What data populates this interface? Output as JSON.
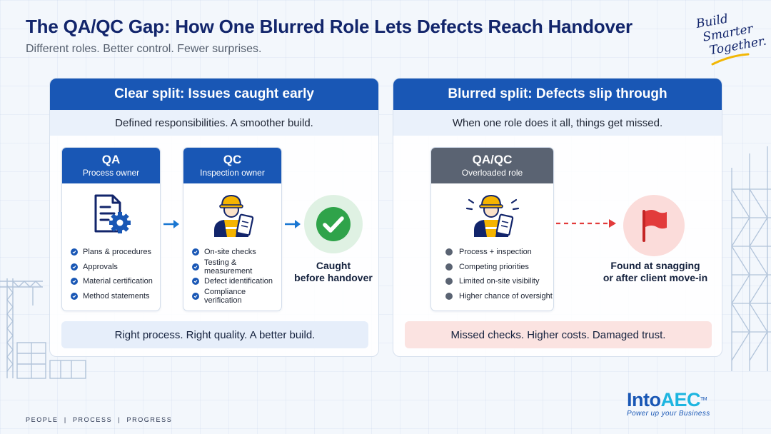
{
  "header": {
    "title": "The QA/QC Gap: How One Blurred Role Lets Defects Reach Handover",
    "subtitle": "Different roles. Better control. Fewer surprises.",
    "slogan": [
      "Build",
      "Smarter",
      "Together."
    ]
  },
  "left_panel": {
    "title": "Clear split: Issues caught early",
    "subtitle": "Defined responsibilities. A smoother build.",
    "qa_card": {
      "title": "QA",
      "role": "Process owner",
      "icon": "document-gear-icon",
      "items": [
        "Plans & procedures",
        "Approvals",
        "Material certification",
        "Method statements"
      ]
    },
    "qc_card": {
      "title": "QC",
      "role": "Inspection owner",
      "icon": "inspector-icon",
      "items": [
        "On-site checks",
        "Testing & measurement",
        "Defect identification",
        "Compliance verification"
      ]
    },
    "outcome": {
      "icon": "checkmark-icon",
      "line1": "Caught",
      "line2": "before handover"
    },
    "banner": "Right process. Right quality. A better build."
  },
  "right_panel": {
    "title": "Blurred split: Defects slip through",
    "subtitle": "When one role does it all, things get missed.",
    "combined_card": {
      "title": "QA/QC",
      "role": "Overloaded role",
      "icon": "stressed-inspector-icon",
      "items": [
        "Process + inspection",
        "Competing priorities",
        "Limited on-site visibility",
        "Higher chance of oversight"
      ]
    },
    "outcome": {
      "icon": "red-flag-icon",
      "line1": "Found at snagging",
      "line2": "or after client move-in"
    },
    "banner": "Missed checks. Higher costs. Damaged trust."
  },
  "footer": {
    "tagline": "PEOPLE  |  PROCESS  |  PROGRESS"
  },
  "brand": {
    "name_a": "Into",
    "name_b": "AEC",
    "tm": "TM",
    "tagline": "Power up your Business"
  },
  "colors": {
    "primary": "#1957b5",
    "navy": "#12256b",
    "success": "#2fa34a",
    "danger": "#e23b3b",
    "neutral": "#5a6372"
  }
}
